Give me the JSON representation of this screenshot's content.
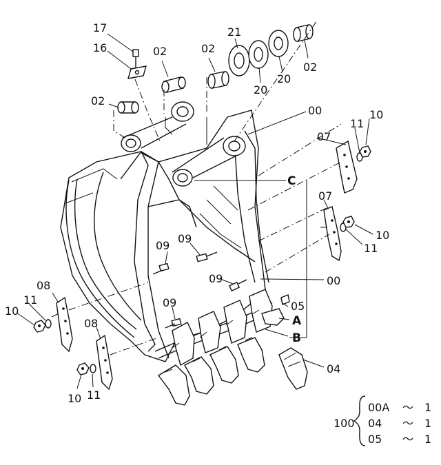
{
  "callouts": [
    {
      "id": "c17",
      "text": "17"
    },
    {
      "id": "c16",
      "text": "16"
    },
    {
      "id": "c02a",
      "text": "02"
    },
    {
      "id": "c02b",
      "text": "02"
    },
    {
      "id": "c21",
      "text": "21"
    },
    {
      "id": "c20a",
      "text": "20"
    },
    {
      "id": "c20b",
      "text": "20"
    },
    {
      "id": "c02c",
      "text": "02"
    },
    {
      "id": "c02d",
      "text": "02"
    },
    {
      "id": "c00a",
      "text": "00"
    },
    {
      "id": "c07a",
      "text": "07"
    },
    {
      "id": "c11a",
      "text": "11"
    },
    {
      "id": "c10a",
      "text": "10"
    },
    {
      "id": "cC",
      "text": "C"
    },
    {
      "id": "c07b",
      "text": "07"
    },
    {
      "id": "c10b",
      "text": "10"
    },
    {
      "id": "c11b",
      "text": "11"
    },
    {
      "id": "c09a",
      "text": "09"
    },
    {
      "id": "c09b",
      "text": "09"
    },
    {
      "id": "c09c",
      "text": "09"
    },
    {
      "id": "c00b",
      "text": "00"
    },
    {
      "id": "c08a",
      "text": "08"
    },
    {
      "id": "c11c",
      "text": "11"
    },
    {
      "id": "c10c",
      "text": "10"
    },
    {
      "id": "c09d",
      "text": "09"
    },
    {
      "id": "c05",
      "text": "05"
    },
    {
      "id": "cA",
      "text": "A"
    },
    {
      "id": "c08b",
      "text": "08"
    },
    {
      "id": "cB",
      "text": "B"
    },
    {
      "id": "c04",
      "text": "04"
    },
    {
      "id": "c10d",
      "text": "10"
    },
    {
      "id": "c11d",
      "text": "11"
    }
  ],
  "legend": {
    "assembly": "100",
    "rows": [
      {
        "part": "00A",
        "sep": "～",
        "qty": "1"
      },
      {
        "part": "04",
        "sep": "～",
        "qty": "1"
      },
      {
        "part": "05",
        "sep": "～",
        "qty": "1"
      }
    ]
  }
}
